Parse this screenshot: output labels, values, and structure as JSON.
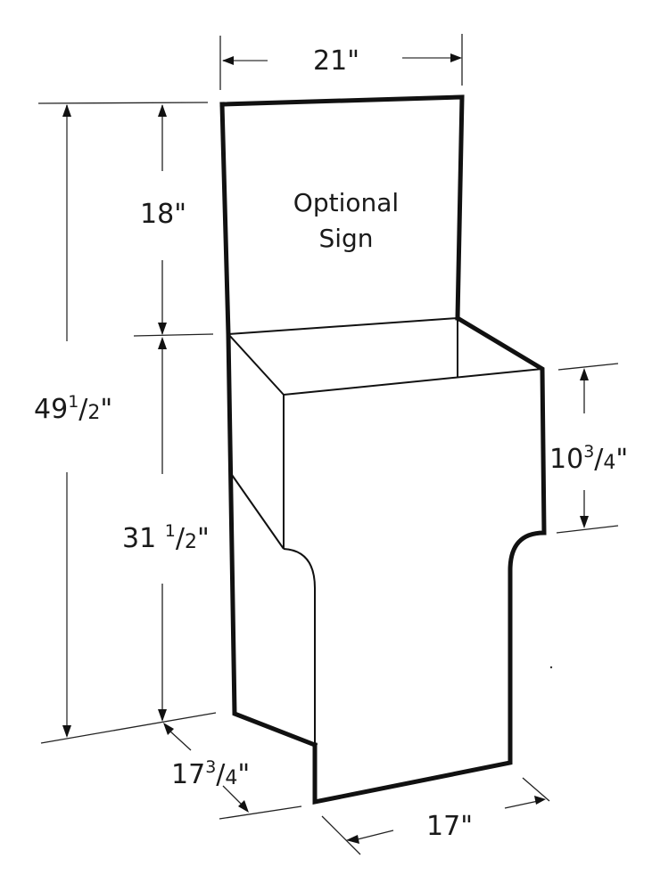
{
  "diagram": {
    "type": "dimensioned-product-drawing",
    "subject": "floor display bin with optional header sign",
    "colors": {
      "line": "#111111",
      "background": "#ffffff",
      "dimension_line": "#222222"
    },
    "sign": {
      "line1": "Optional",
      "line2": "Sign"
    },
    "dimensions": {
      "top_width": {
        "whole": "21",
        "num": "",
        "den": "",
        "unit": "\""
      },
      "sign_height": {
        "whole": "18",
        "num": "",
        "den": "",
        "unit": "\""
      },
      "overall_height": {
        "whole": "49",
        "num": "1",
        "den": "2",
        "unit": "\""
      },
      "base_height": {
        "whole": "31",
        "num": "1",
        "den": "2",
        "unit": "\""
      },
      "front_height": {
        "whole": "10",
        "num": "3",
        "den": "4",
        "unit": "\""
      },
      "depth": {
        "whole": "17",
        "num": "3",
        "den": "4",
        "unit": "\""
      },
      "front_width": {
        "whole": "17",
        "num": "",
        "den": "",
        "unit": "\""
      }
    }
  }
}
